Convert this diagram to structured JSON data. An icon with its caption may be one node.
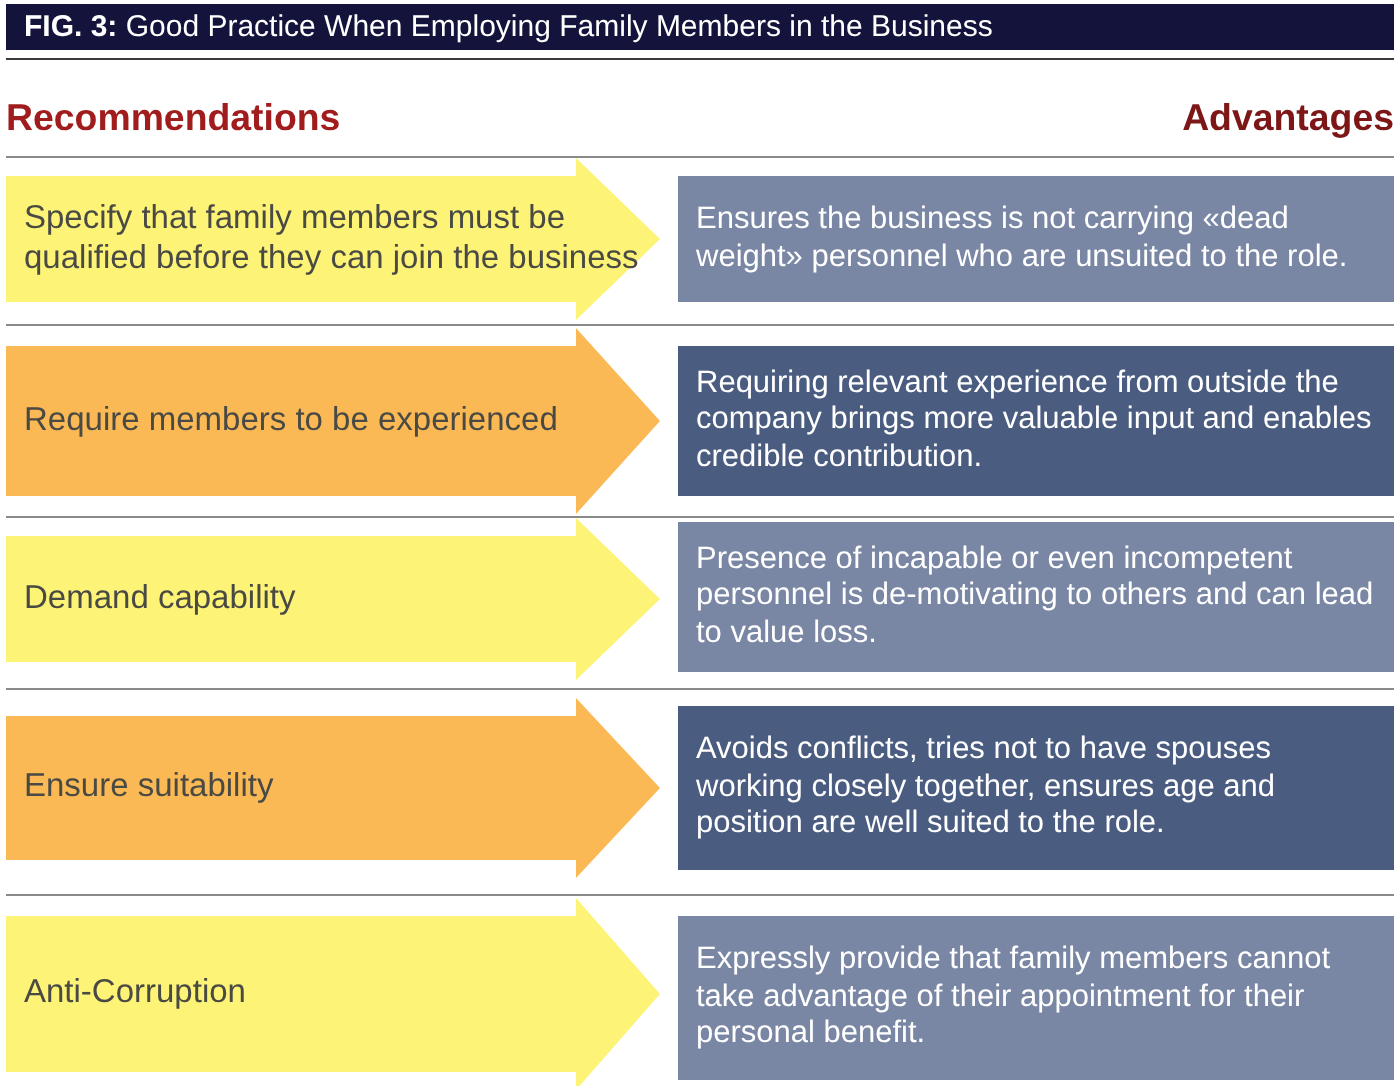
{
  "diagram": {
    "title": "**FIG. 3:** Good Practice When Employing Family Members in the Business",
    "nodes": [
      {
        "text": [
          "Specify that family members must be qualified before they can join the business"
        ]
      },
      {
        "text": [
          "Ensures the business is not carrying «dead weight» personnel who are unsuited to the role."
        ]
      },
      {
        "text": [
          "Require members to be experienced"
        ]
      },
      {
        "text": [
          "Requiring relevant experience from outside the company brings more valuable input and enables credible contribution."
        ]
      },
      {
        "text": [
          "Demand capability"
        ]
      },
      {
        "text": [
          "Presence of incapable or even incompetent personnel is de-motivating to others and can lead to value loss."
        ]
      },
      {
        "text": [
          "Ensure suitability"
        ]
      },
      {
        "text": [
          "Avoids conflicts, tries not to have spouses working closely together, ensures age and position are well suited to the role."
        ]
      },
      {
        "text": [
          "Anti-Corruption"
        ]
      },
      {
        "text": [
          "Expressly provide that family members cannot take advantage of their appointment for their personal benefit."
        ]
      }
    ],
    "labels": [
      "Recommendations",
      "Advantages"
    ]
  }
}
